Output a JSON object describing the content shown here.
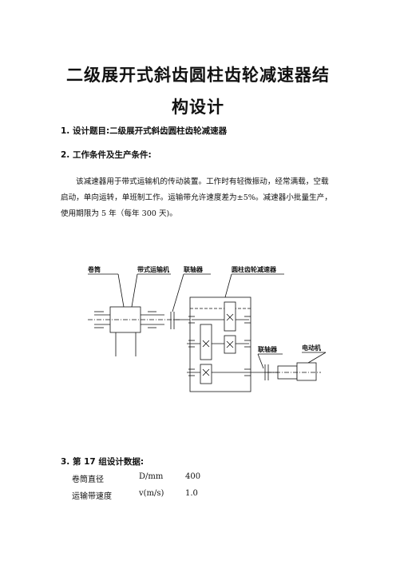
{
  "title_line1": "二级展开式斜齿圆柱齿轮减速器结",
  "title_line2": "构设计",
  "section1": "1.  设计题目:二级展开式斜齿圆柱齿轮减速器",
  "section2": "2.  工作条件及生产条件:",
  "paragraph_lines": [
    "该减速器用于带式运输机的传动装置。工作时有轻微振动，经常满载，空载",
    "启动，单向运转，单班制工作。运输带允许速度差为±5%。减速器小批量生产，",
    "使用期限为 5 年（每年 300 天)。"
  ],
  "diagram_labels": {
    "drum": "卷筒",
    "belt": "带式运输机",
    "coupling_left": "联轴器",
    "reducer": "圆柱齿轮减速器",
    "coupling_right": "联轴器",
    "motor": "电动机"
  },
  "section3": "3.  第 17 组设计数据:",
  "data_rows": [
    {
      "name": "卷筒直径",
      "symbol": "D/mm",
      "value": "400"
    },
    {
      "name": "运输带速度",
      "symbol": "v(m/s)",
      "value": "1.0"
    }
  ]
}
